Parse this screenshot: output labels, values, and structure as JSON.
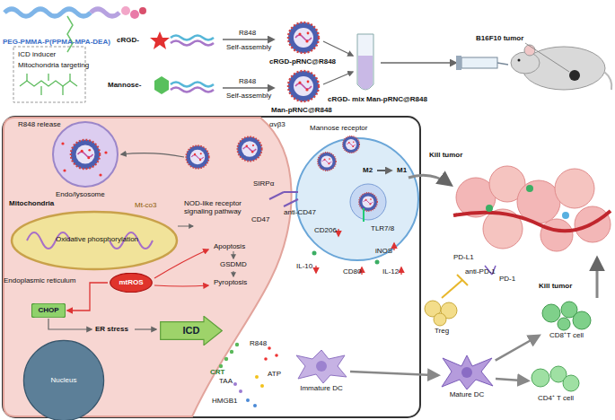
{
  "diagram": {
    "nodes": [
      {
        "text": [
          "mtROS"
        ]
      },
      {
        "text": [
          "CHOP"
        ]
      },
      {
        "text": [
          "Nucleus"
        ]
      },
      {
        "text": [
          "ICD"
        ]
      },
      {
        "text": [
          "Immature DC"
        ]
      },
      {
        "text": [
          "Treg"
        ]
      },
      {
        "text": [
          "Mature DC"
        ]
      },
      {
        "text": [
          "CD8⁺T cell"
        ]
      },
      {
        "text": [
          "CD4⁺ T cell"
        ]
      }
    ],
    "edges": [
      {
        "from": 0,
        "to": 1,
        "arrow": "to"
      },
      {
        "from": 4,
        "to": 6,
        "arrow": "to"
      },
      {
        "from": 6,
        "to": 7,
        "arrow": "to"
      },
      {
        "from": 6,
        "to": 8,
        "arrow": "to"
      }
    ],
    "labels": [
      "PEG-PMMA-P(PPMA-MPA-DEA)",
      "ICD inducer",
      "Mitochondria targeting",
      "cRGD-",
      "R848",
      "Self-assembly",
      "cRGD-pRNC@R848",
      "Mannose-",
      "R848",
      "Self-assembly",
      "Man-pRNC@R848",
      "cRGD- mix Man-pRNC@R848",
      "B16F10 tumor",
      "R848 release",
      "Endo/lysosome",
      "αvβ3",
      "Mitochondria",
      "Mt-co3",
      "Oxidative phosphorylation",
      "NOD-like receptor signaling pathway",
      "Apoptosis",
      "GSDMD",
      "Pyroptosis",
      "Endoplasmic reticulum",
      "ER stress",
      "CRT",
      "R848",
      "TAA",
      "ATP",
      "HMGB1",
      "Mannose receptor",
      "SIRPα",
      "CD47",
      "anti-CD47",
      "CD206",
      "TLR7/8",
      "iNOS",
      "IL-10",
      "CD80",
      "IL-12",
      "M2",
      "M1",
      "Kill tumor",
      "PD-L1",
      "anti-PD-1",
      "PD-1",
      "Kill tumor"
    ]
  }
}
